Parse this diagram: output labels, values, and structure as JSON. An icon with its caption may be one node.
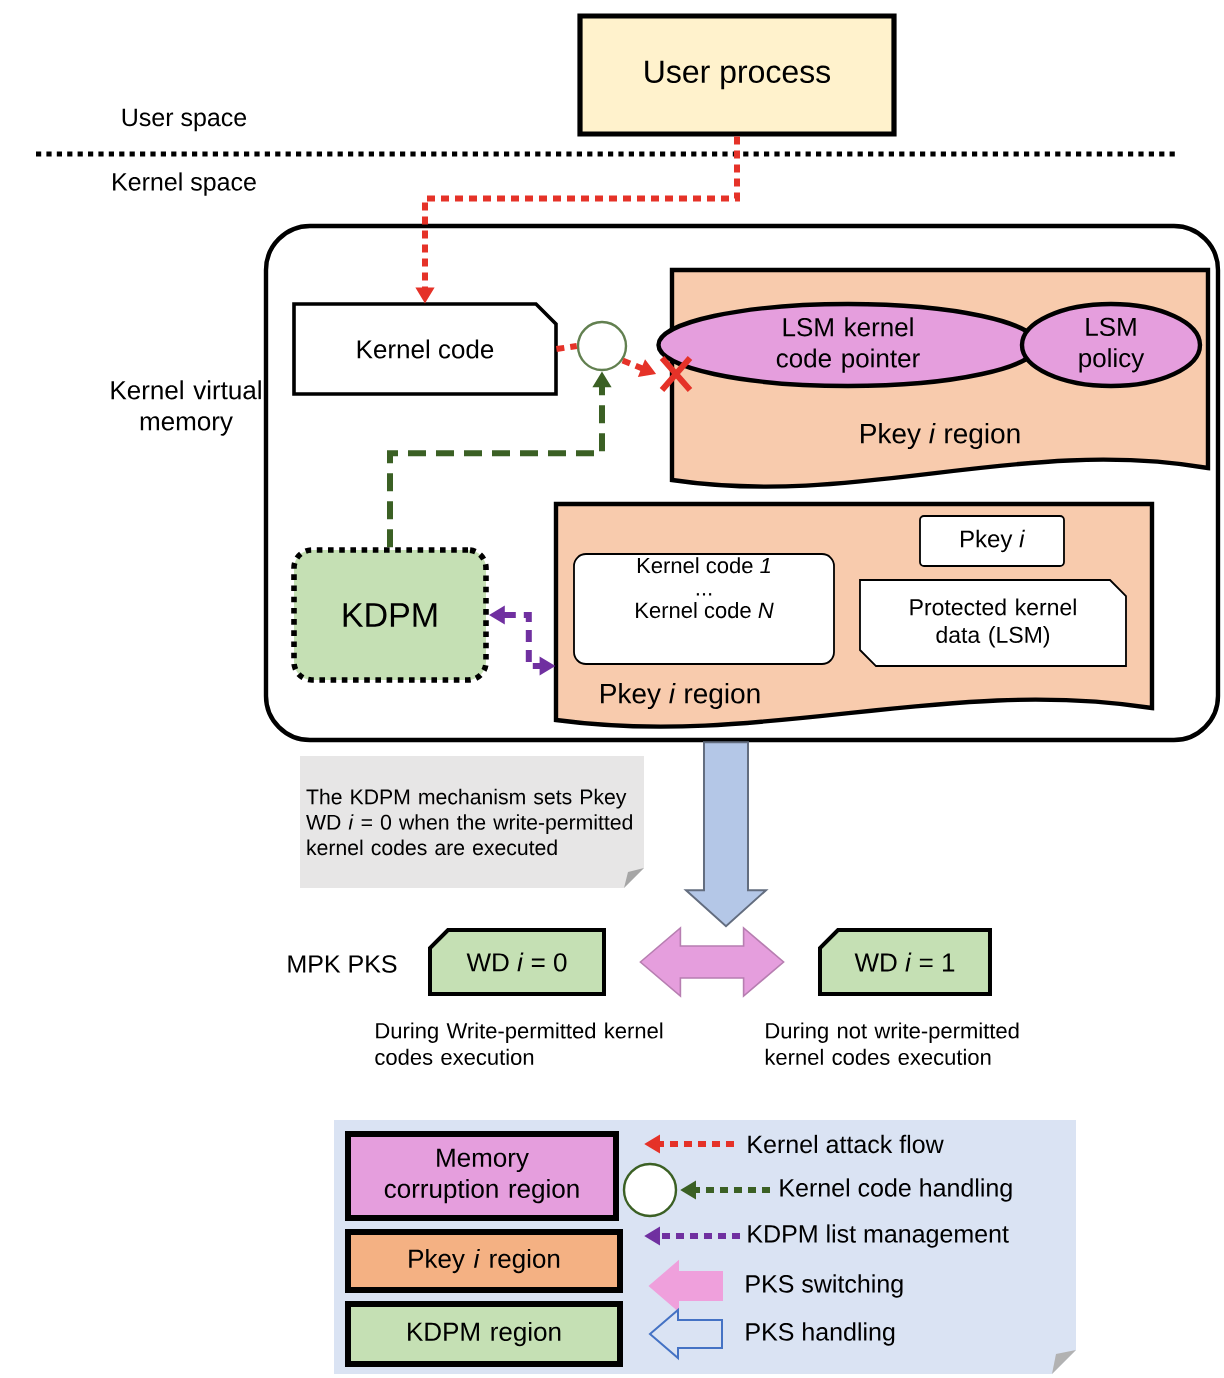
{
  "diagram": {
    "nodes": [
      {
        "text": [
          "User process"
        ]
      },
      {
        "text": [
          "Kernel virtual memory"
        ]
      },
      {
        "text": [
          "Kernel code"
        ],
        "in": 1
      },
      {
        "text": [],
        "shape": "circle",
        "in": 1
      },
      {
        "text": [
          "Pkey *i* region"
        ],
        "in": 1
      },
      {
        "text": [
          "LSM kernel code pointer"
        ],
        "in": 4
      },
      {
        "text": [
          "LSM policy"
        ],
        "in": 4
      },
      {
        "text": [
          "KDPM"
        ],
        "in": 1
      },
      {
        "text": [
          "Pkey *i* region"
        ],
        "in": 1
      },
      {
        "text": [
          "Kernel code *1*",
          "...",
          "Kernel code *N*"
        ],
        "in": 8
      },
      {
        "text": [
          "Pkey *i*"
        ],
        "in": 8
      },
      {
        "text": [
          "Protected kernel data (LSM)"
        ],
        "in": 8
      },
      {
        "text": [
          "The KDPM mechanism sets Pkey WD *i* = 0 when the write-permitted kernel codes are executed"
        ]
      },
      {
        "text": [
          "WD *i* = 0"
        ],
        "beside": [
          "During Write-permitted kernel codes execution"
        ]
      },
      {
        "text": [
          "WD *i* = 1"
        ],
        "beside": [
          "During not  write-permitted kernel codes execution"
        ]
      }
    ],
    "edges": [
      {
        "from": 0,
        "to": 2,
        "arrow": "to",
        "style": "dashed",
        "color": "#e53228"
      },
      {
        "from": 2,
        "to": 3,
        "arrow": "none",
        "style": "dashed",
        "color": "#e53228"
      },
      {
        "from": 3,
        "to": 5,
        "arrow": "to",
        "style": "dashed",
        "color": "#e53228"
      },
      {
        "from": 7,
        "to": 3,
        "arrow": "to",
        "style": "dashed",
        "color": "#3b6024"
      },
      {
        "from": 7,
        "to": 8,
        "arrow": "both",
        "style": "dashed",
        "color": "#7030a0"
      },
      {
        "from": 1,
        "to": null,
        "arrow": "to",
        "style": "thick",
        "color": "#b4c7e7"
      },
      {
        "from": 13,
        "to": 14,
        "arrow": "both",
        "style": "thick",
        "color": "#e59edd"
      }
    ],
    "labels": [
      "User space",
      "Kernel space",
      "MPK PKS"
    ],
    "legend": [
      {
        "text": "Memory corruption region",
        "color": "#e59edd"
      },
      {
        "text": "Pkey *i* region",
        "color": "#f4b183"
      },
      {
        "text": "KDPM region",
        "color": "#c5e0b4"
      },
      {
        "text": "Kernel attack flow"
      },
      {
        "text": "Kernel code handling"
      },
      {
        "text": "KDPM list management"
      },
      {
        "text": "PKS switching"
      },
      {
        "text": "PKS handling"
      }
    ]
  }
}
